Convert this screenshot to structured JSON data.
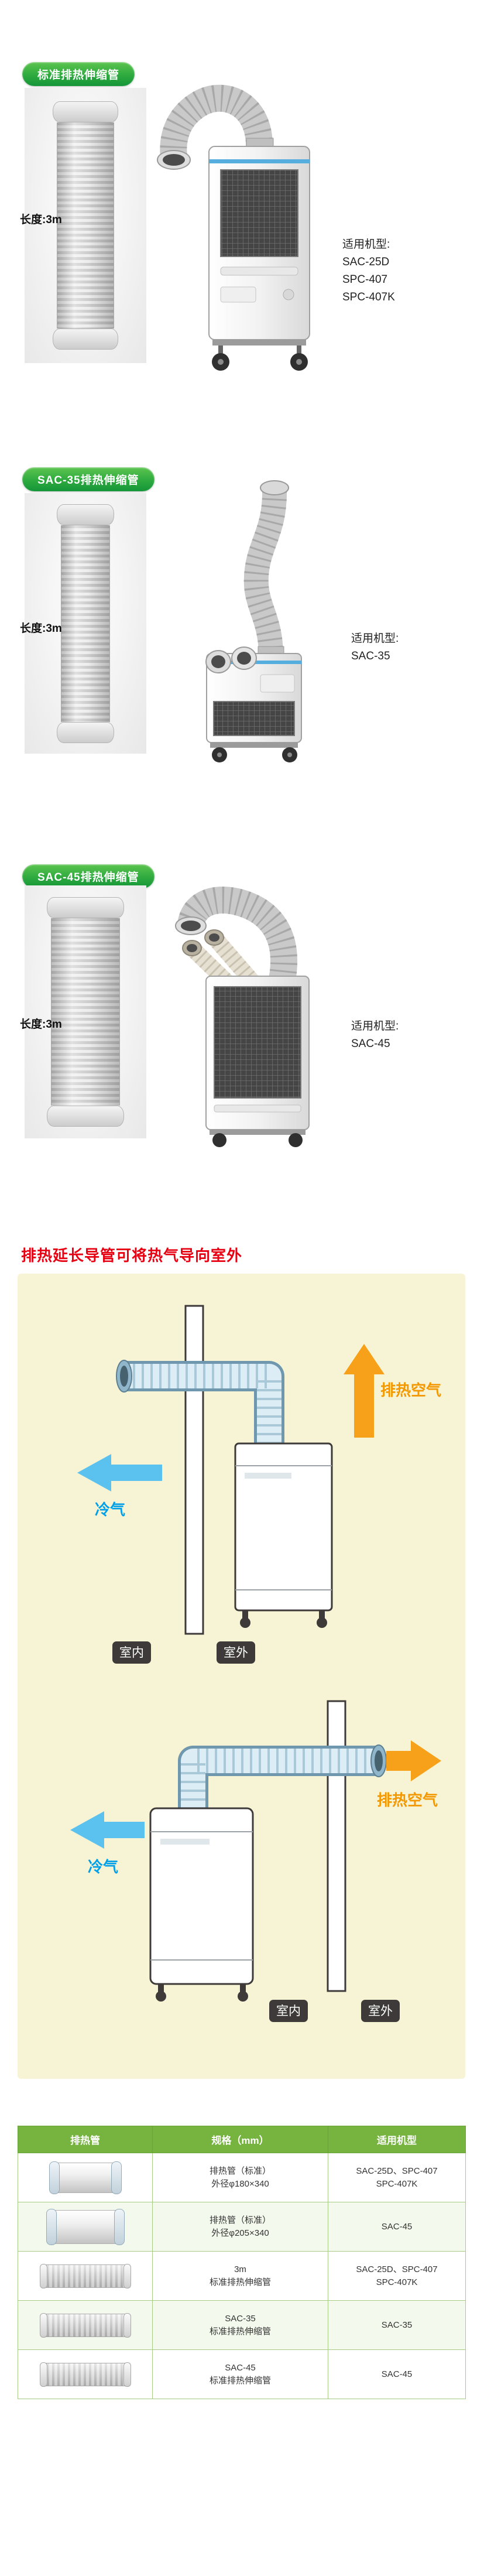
{
  "sections": [
    {
      "badge": "标准排热伸缩管",
      "length_label": "长度:3m",
      "models_label": "适用机型:",
      "models": [
        "SAC-25D",
        "SPC-407",
        "SPC-407K"
      ]
    },
    {
      "badge": "SAC-35排热伸缩管",
      "length_label": "长度:3m",
      "models_label": "适用机型:",
      "models": [
        "SAC-35"
      ]
    },
    {
      "badge": "SAC-45排热伸缩管",
      "length_label": "长度:3m",
      "models_label": "适用机型:",
      "models": [
        "SAC-45"
      ]
    }
  ],
  "diagram": {
    "title": "排热延长导管可将热气导向室外",
    "hot_air_label": "排热空气",
    "cold_air_label": "冷气",
    "indoor_label": "室内",
    "outdoor_label": "室外"
  },
  "table": {
    "headers": [
      "排热管",
      "规格（mm）",
      "适用机型"
    ],
    "rows": [
      {
        "image": "exhaust-duct-standard-180",
        "spec_line1": "排热管（标准）",
        "spec_line2": "外径φ180×340",
        "models_line1": "SAC-25D、SPC-407",
        "models_line2": "SPC-407K"
      },
      {
        "image": "exhaust-duct-standard-205",
        "spec_line1": "排热管（标准）",
        "spec_line2": "外径φ205×340",
        "models_line1": "SAC-45",
        "models_line2": ""
      },
      {
        "image": "telescopic-duct-3m",
        "spec_line1": "3m",
        "spec_line2": "标准排热伸缩管",
        "models_line1": "SAC-25D、SPC-407",
        "models_line2": "SPC-407K"
      },
      {
        "image": "telescopic-duct-sac35",
        "spec_line1": "SAC-35",
        "spec_line2": "标准排热伸缩管",
        "models_line1": "SAC-35",
        "models_line2": ""
      },
      {
        "image": "telescopic-duct-sac45",
        "spec_line1": "SAC-45",
        "spec_line2": "标准排热伸缩管",
        "models_line1": "SAC-45",
        "models_line2": ""
      }
    ]
  },
  "colors": {
    "badge_green": "#2eaa3f",
    "title_red": "#e60012",
    "hot_air_orange": "#f39800",
    "cold_air_blue": "#00a0e9",
    "diagram_bg": "#f7f4d5",
    "table_header_green": "#76b43f"
  }
}
